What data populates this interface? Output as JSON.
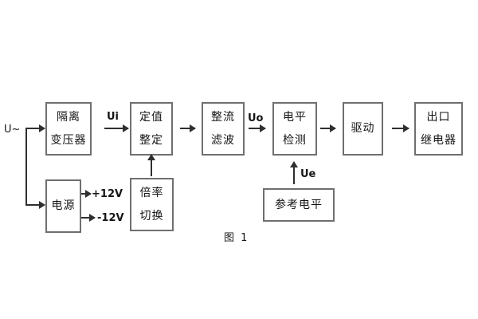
{
  "figure": {
    "caption": "图 1"
  },
  "labels": {
    "input_voltage": "U~",
    "ui": "Ui",
    "uo": "Uo",
    "ue": "Ue",
    "plus_12v": "+12V",
    "minus_12v": "-12V"
  },
  "blocks": {
    "isolation_transformer": {
      "line1": "隔离",
      "line2": "变压器"
    },
    "setpoint_setting": {
      "line1": "定值",
      "line2": "整定"
    },
    "rectifier_filter": {
      "line1": "整流",
      "line2": "滤波"
    },
    "level_detection": {
      "line1": "电平",
      "line2": "检测"
    },
    "driver": {
      "line1": "驱动"
    },
    "output_relay": {
      "line1": "出口",
      "line2": "继电器"
    },
    "power_supply": {
      "line1": "电源"
    },
    "ratio_switch": {
      "line1": "倍率",
      "line2": "切换"
    },
    "reference_level": {
      "line1": "参考电平"
    }
  },
  "colors": {
    "background": "#ffffff",
    "box_border": "#6f6f6f",
    "wire": "#2f2f2f",
    "text": "#151515"
  }
}
